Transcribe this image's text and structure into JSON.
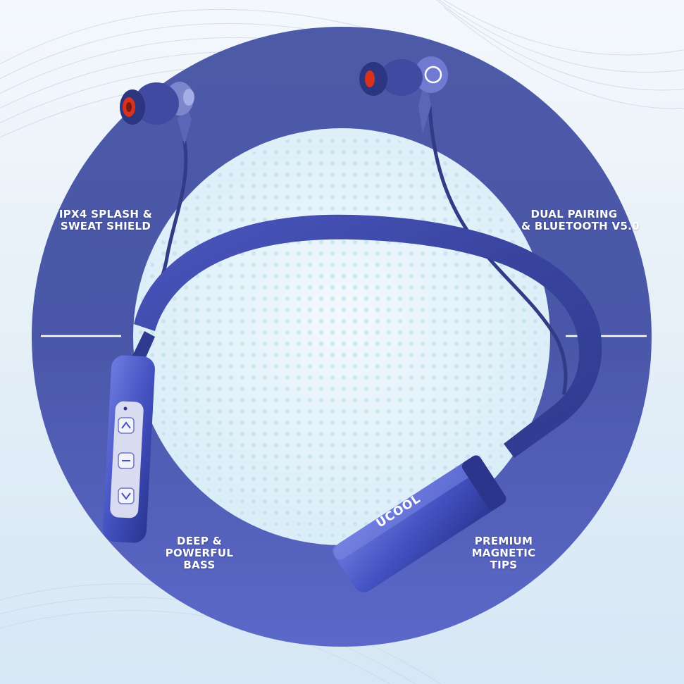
{
  "features": {
    "ipx4": {
      "line1": "IPX4 SPLASH &",
      "line2": "SWEAT SHIELD"
    },
    "dual": {
      "line1": "DUAL PAIRING",
      "line2": "& BLUETOOTH V5.0"
    },
    "bass": {
      "line1": "DEEP &",
      "line2": "POWERFUL",
      "line3": "BASS"
    },
    "tips": {
      "line1": "PREMIUM",
      "line2": "MAGNETIC",
      "line3": "TIPS"
    }
  },
  "product": {
    "brand": "UCOOL",
    "color": "#3f4fb4"
  },
  "colors": {
    "ring_top": "#4e5ca8",
    "ring_bottom": "#5a67c4",
    "inner_bg": "#e9f5fb",
    "device": "#3b47b0",
    "ear_tip": "#d8321e"
  }
}
